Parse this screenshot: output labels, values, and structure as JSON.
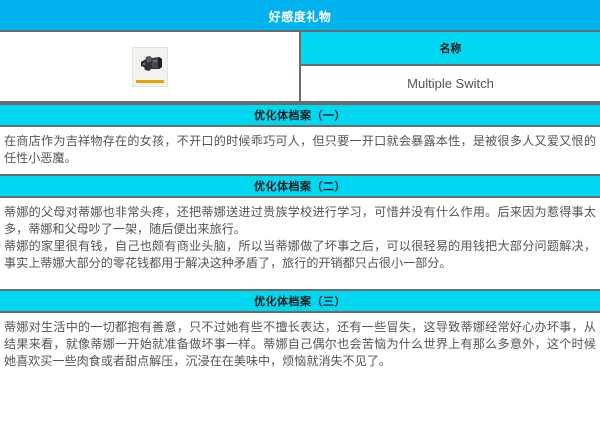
{
  "header": {
    "title": "好感度礼物",
    "accent_color": "#00b3ee"
  },
  "item": {
    "icon_name": "gift-item-icon",
    "icon_rarity_color": "#f0a007",
    "name_column_header": "名称",
    "name_value": "Multiple Switch"
  },
  "sections": [
    {
      "heading": "优化体档案（一）",
      "paragraphs": [
        "在商店作为吉祥物存在的女孩，不开口的时候乖巧可人，但只要一开口就会暴露本性，是被很多人又爱又恨的任性小恶魔。"
      ]
    },
    {
      "heading": "优化体档案（二）",
      "paragraphs": [
        "蒂娜的父母对蒂娜也非常头疼，还把蒂娜送进过贵族学校进行学习，可惜并没有什么作用。后来因为惹得事太多，蒂娜和父母吵了一架，随后便出来旅行。",
        "蒂娜的家里很有钱，自己也颇有商业头脑，所以当蒂娜做了坏事之后，可以很轻易的用钱把大部分问题解决，事实上蒂娜大部分的零花钱都用于解决这种矛盾了，旅行的开销都只占很小一部分。"
      ]
    },
    {
      "heading": "优化体档案（三）",
      "paragraphs": [
        "蒂娜对生活中的一切都抱有善意，只不过她有些不擅长表达，还有一些冒失，这导致蒂娜经常好心办坏事，从结果来看，就像蒂娜一开始就准备做坏事一样。蒂娜自己偶尔也会苦恼为什么世界上有那么多意外，这个时候她喜欢买一些肉食或者甜点解压，沉浸在在美味中，烦恼就消失不见了。"
      ]
    }
  ]
}
